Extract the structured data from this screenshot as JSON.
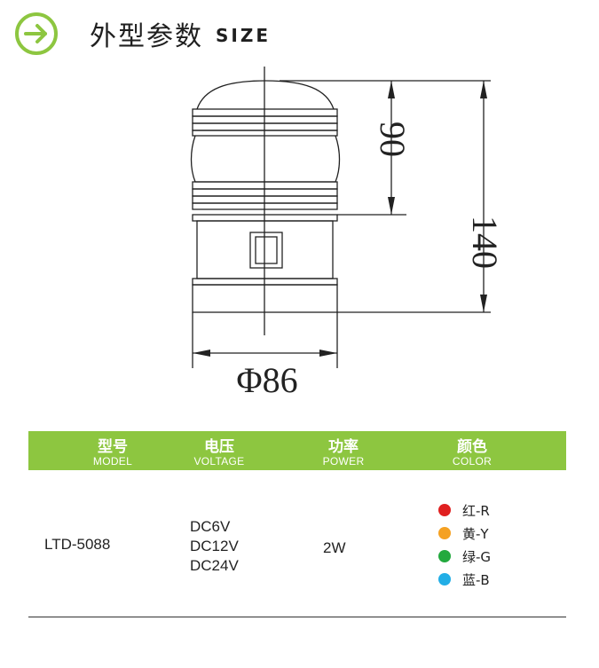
{
  "header": {
    "icon": "arrow-right-circle-icon",
    "accent_color": "#8dc640",
    "title_cn": "外型参数",
    "title_en": "SIZE"
  },
  "drawing": {
    "dim_top": "90",
    "dim_total": "140",
    "dim_diameter": "Φ86"
  },
  "table": {
    "header_color": "#8dc640",
    "columns": [
      {
        "cn": "型号",
        "en": "MODEL"
      },
      {
        "cn": "电压",
        "en": "VOLTAGE"
      },
      {
        "cn": "功率",
        "en": "POWER"
      },
      {
        "cn": "颜色",
        "en": "COLOR"
      }
    ],
    "row": {
      "model": "LTD-5088",
      "voltages": [
        "DC6V",
        "DC12V",
        "DC24V"
      ],
      "power": "2W",
      "colors": [
        {
          "label": "红-R",
          "color": "#e02020"
        },
        {
          "label": "黄-Y",
          "color": "#f5a122"
        },
        {
          "label": "绿-G",
          "color": "#23a93e"
        },
        {
          "label": "蓝-B",
          "color": "#22aee6"
        }
      ]
    }
  }
}
